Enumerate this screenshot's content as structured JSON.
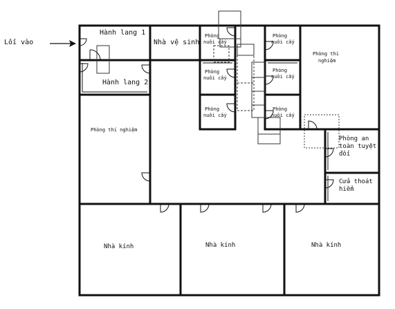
{
  "rooms": {
    "entrance": "Lối vào",
    "corridor_1": "Hành lang 1",
    "corridor_2": "Hành lang 2",
    "toilet": "Nhà vệ sinh",
    "culture_room": "Phòng nuôi cấy",
    "culture_line_1": "Phòng",
    "culture_line_2": "nuôi cấy",
    "lab": "Phòng thí nghiệm",
    "lab_line_1": "Phòng thí",
    "lab_line_2": "nghiệm",
    "safe_room_line_1": "Phòng an",
    "safe_room_line_2": "toàn tuyệt",
    "safe_room_line_3": "đối",
    "emergency_exit_line_1": "Cửa thoát",
    "emergency_exit_line_2": "hiểm",
    "greenhouse": "Nhà kính"
  }
}
